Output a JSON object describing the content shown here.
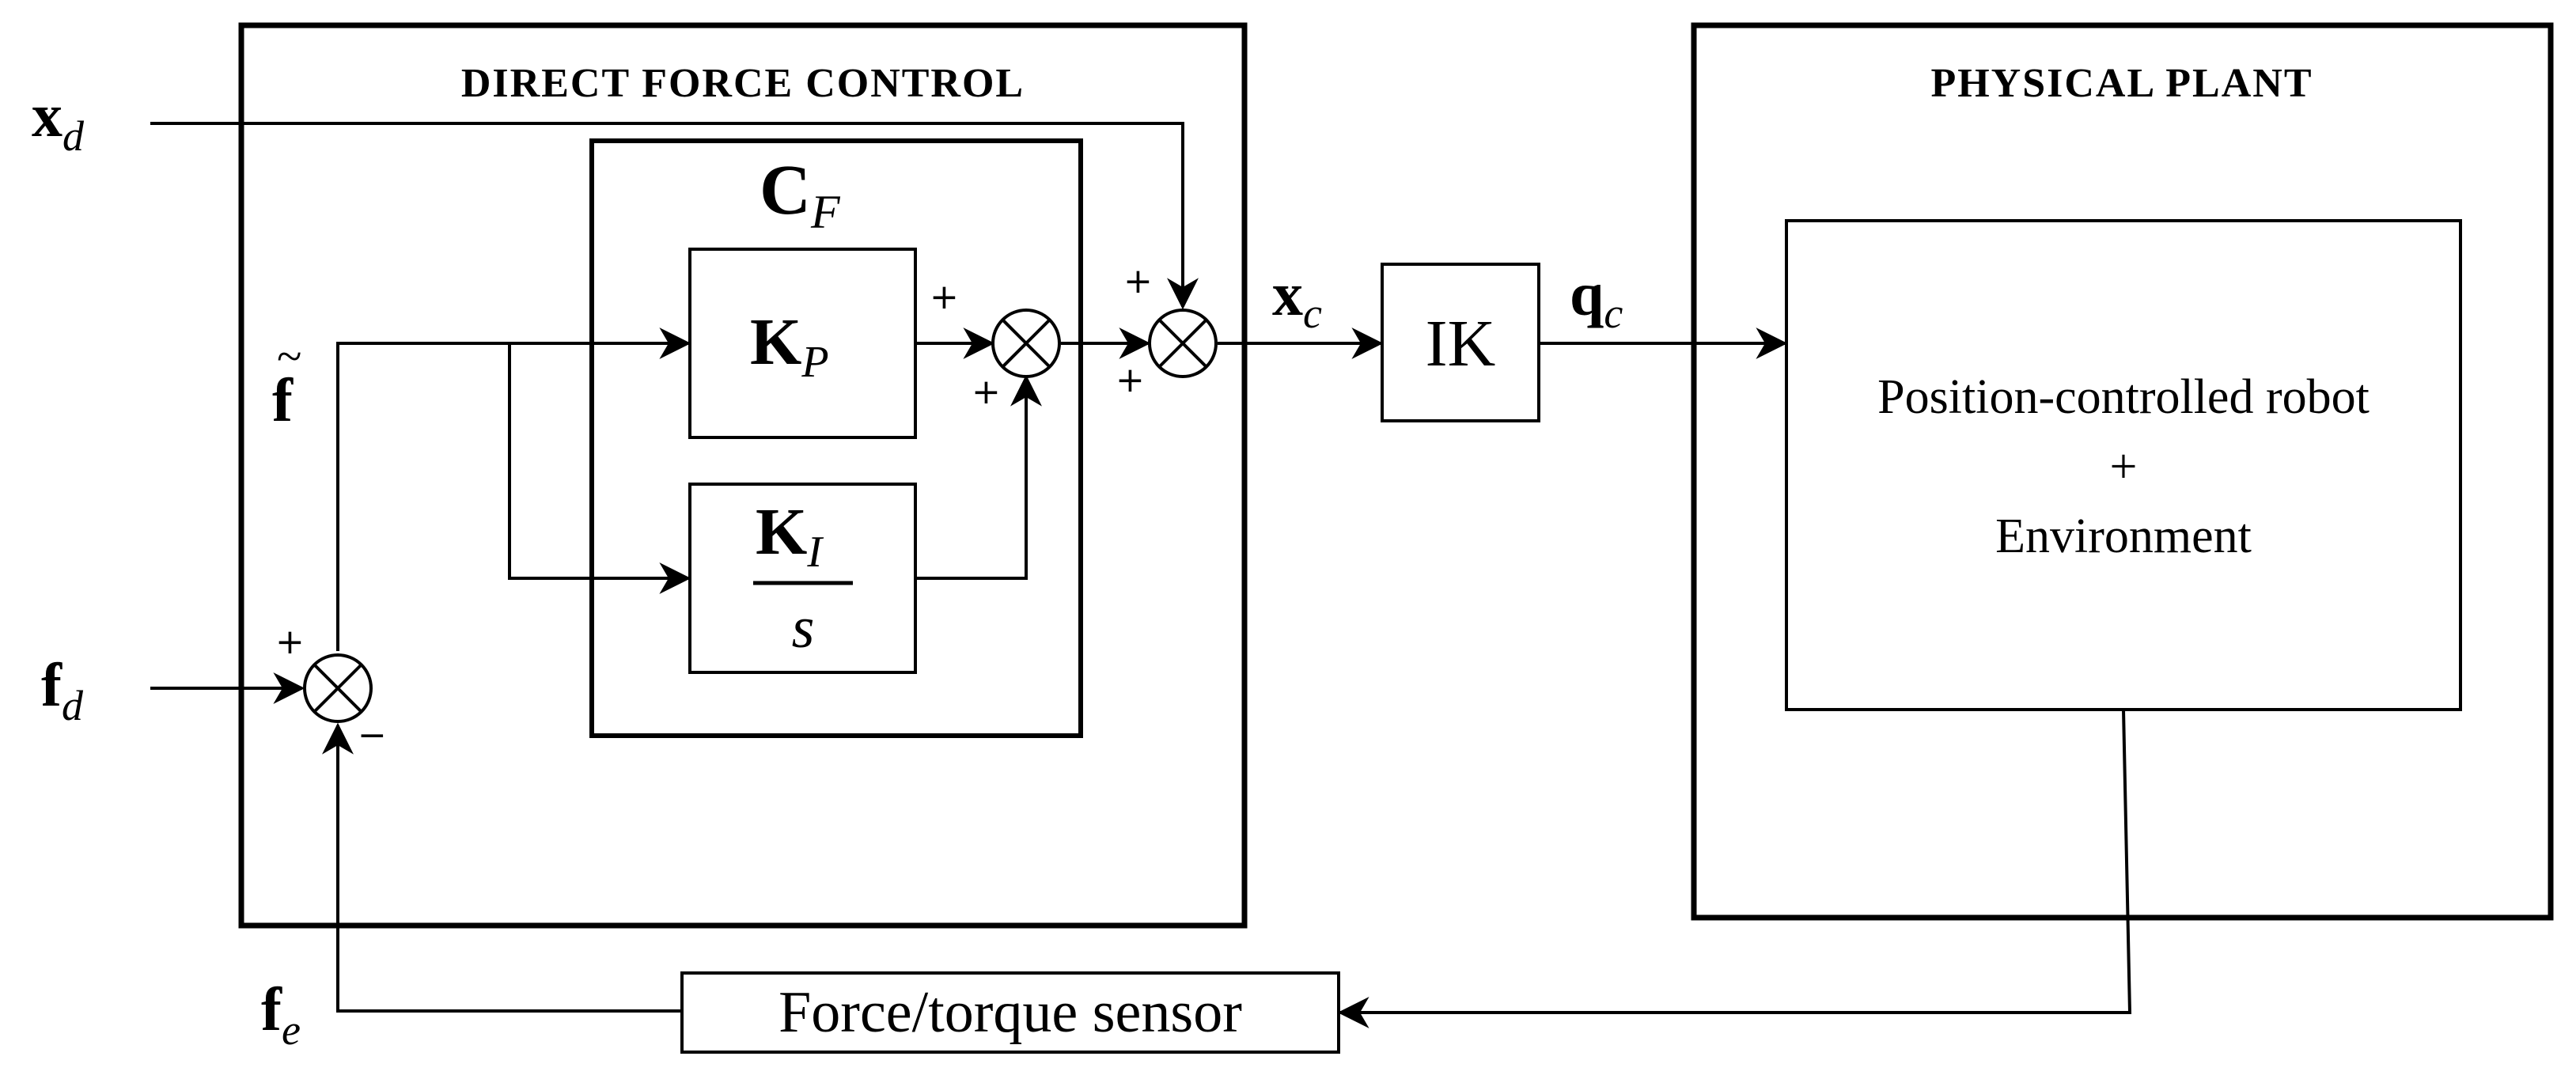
{
  "blocks": {
    "direct_force_control": {
      "title": "DIRECT FORCE CONTROL"
    },
    "physical_plant": {
      "title": "PHYSICAL PLANT"
    },
    "cf": {
      "label_main": "C",
      "label_sub": "F"
    },
    "kp": {
      "label_main": "K",
      "label_sub": "P"
    },
    "ki": {
      "label_main": "K",
      "label_sub": "I",
      "denominator": "s"
    },
    "ik": {
      "label": "IK"
    },
    "robot": {
      "line1": "Position-controlled robot",
      "line2": "+",
      "line3": "Environment"
    },
    "sensor": {
      "label": "Force/torque sensor"
    }
  },
  "signals": {
    "xd": {
      "main": "x",
      "sub": "d"
    },
    "fd": {
      "main": "f",
      "sub": "d"
    },
    "fe": {
      "main": "f",
      "sub": "e"
    },
    "ftilde": {
      "main": "f",
      "accent": "~"
    },
    "xc": {
      "main": "x",
      "sub": "c"
    },
    "qc": {
      "main": "q",
      "sub": "c"
    }
  },
  "signs": {
    "err_plus": "+",
    "err_minus": "−",
    "sum1_top": "+",
    "sum1_bottom": "+",
    "sum2_top": "+",
    "sum2_left": "+"
  }
}
